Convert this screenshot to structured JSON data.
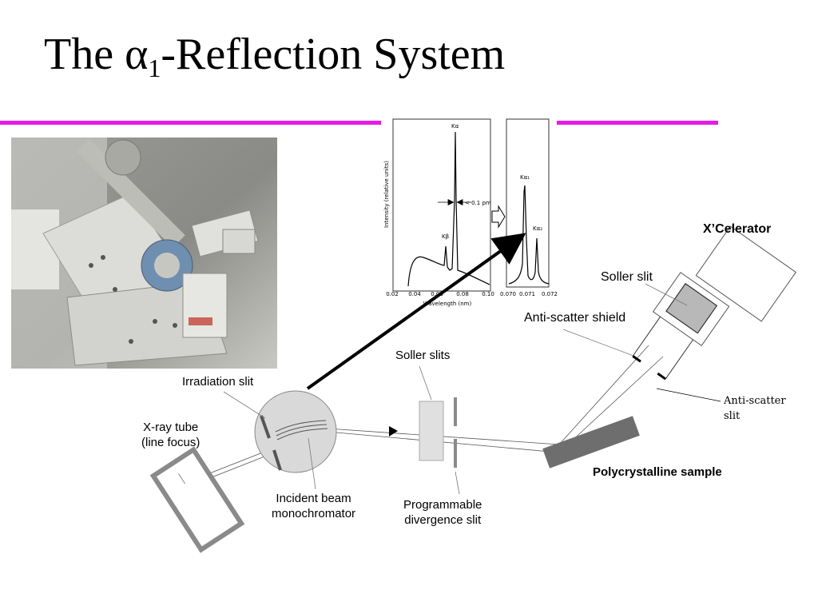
{
  "title": {
    "prefix": "The ",
    "alpha": "α",
    "sub": "1",
    "suffix": "-Reflection System"
  },
  "colors": {
    "rule": "#e619e6",
    "arrow": "#000000",
    "sample": "#6e6e6e"
  },
  "photo": {
    "description_icon": "diffractometer-photo"
  },
  "spectrum_left": {
    "x_ticks": [
      "0.02",
      "0.04",
      "0.06",
      "0.08",
      "0.10"
    ],
    "xlabel": "Wavelength (nm)",
    "ylabel": "Intensity (relative units)",
    "peak_main": "Kα",
    "peak_minor": "Kβ",
    "annotation": "< 0.1 pm"
  },
  "spectrum_right": {
    "x_ticks": [
      "0.070",
      "0.071",
      "0.072"
    ],
    "peak_1": "Kα₁",
    "peak_2": "Kα₂"
  },
  "labels": {
    "xcelerator": "X’Celerator",
    "soller_slit": "Soller slit",
    "anti_scatter_shield": "Anti-scatter shield",
    "soller_slits": "Soller slits",
    "irradiation_slit": "Irradiation slit",
    "xray_tube_1": "X-ray tube",
    "xray_tube_2": "(line focus)",
    "anti_scatter_slit_1": "Anti-scatter",
    "anti_scatter_slit_2": "slit",
    "sample": "Polycrystalline sample",
    "mono_1": "Incident beam",
    "mono_2": "monochromator",
    "prog_1": "Programmable",
    "prog_2": "divergence slit"
  }
}
